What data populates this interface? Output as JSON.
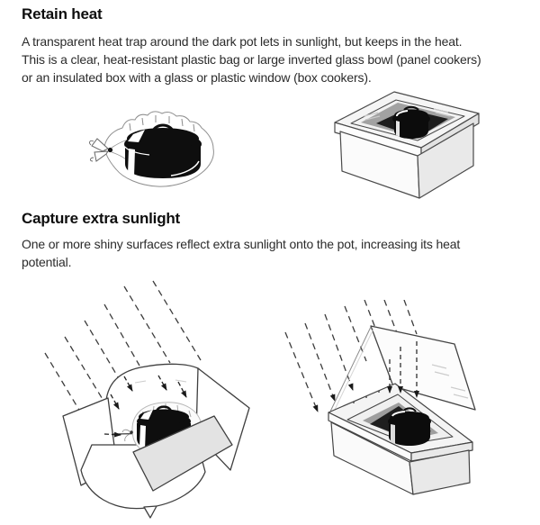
{
  "page": {
    "background": "#ffffff",
    "kind": "book-page-on-solar-cooking"
  },
  "sections": [
    {
      "heading": "Retain heat",
      "body_lines": [
        "A transparent heat trap around the dark pot lets in sunlight, but keeps in the heat.",
        "This is a clear, heat-resistant plastic bag or large inverted glass bowl (panel cookers)",
        "or an insulated box with a glass or plastic window (box cookers)."
      ],
      "illustrations": [
        "pot-in-transparent-bag-illustration",
        "box-cooker-closed-illustration"
      ]
    },
    {
      "heading": "Capture extra sunlight",
      "body_lines": [
        "One or more shiny surfaces reflect extra sunlight onto the pot, increasing its heat",
        "potential."
      ],
      "illustrations": [
        "panel-cooker-reflectors-illustration",
        "box-cooker-open-reflector-lid-illustration"
      ]
    }
  ],
  "colors": {
    "heading_text": "#0e0e0e",
    "body_text": "#2b2b2b",
    "line_art": "#3f3f3f",
    "pot_black": "#0c0c0c",
    "panel_gray": "#e3e3e3",
    "box_side_gray": "#e9e9e9",
    "interior_floor_gray": "#9e9e9e",
    "interior_shadow": "#1e1e1e",
    "bag_outline_gray": "#8f8f8f"
  }
}
